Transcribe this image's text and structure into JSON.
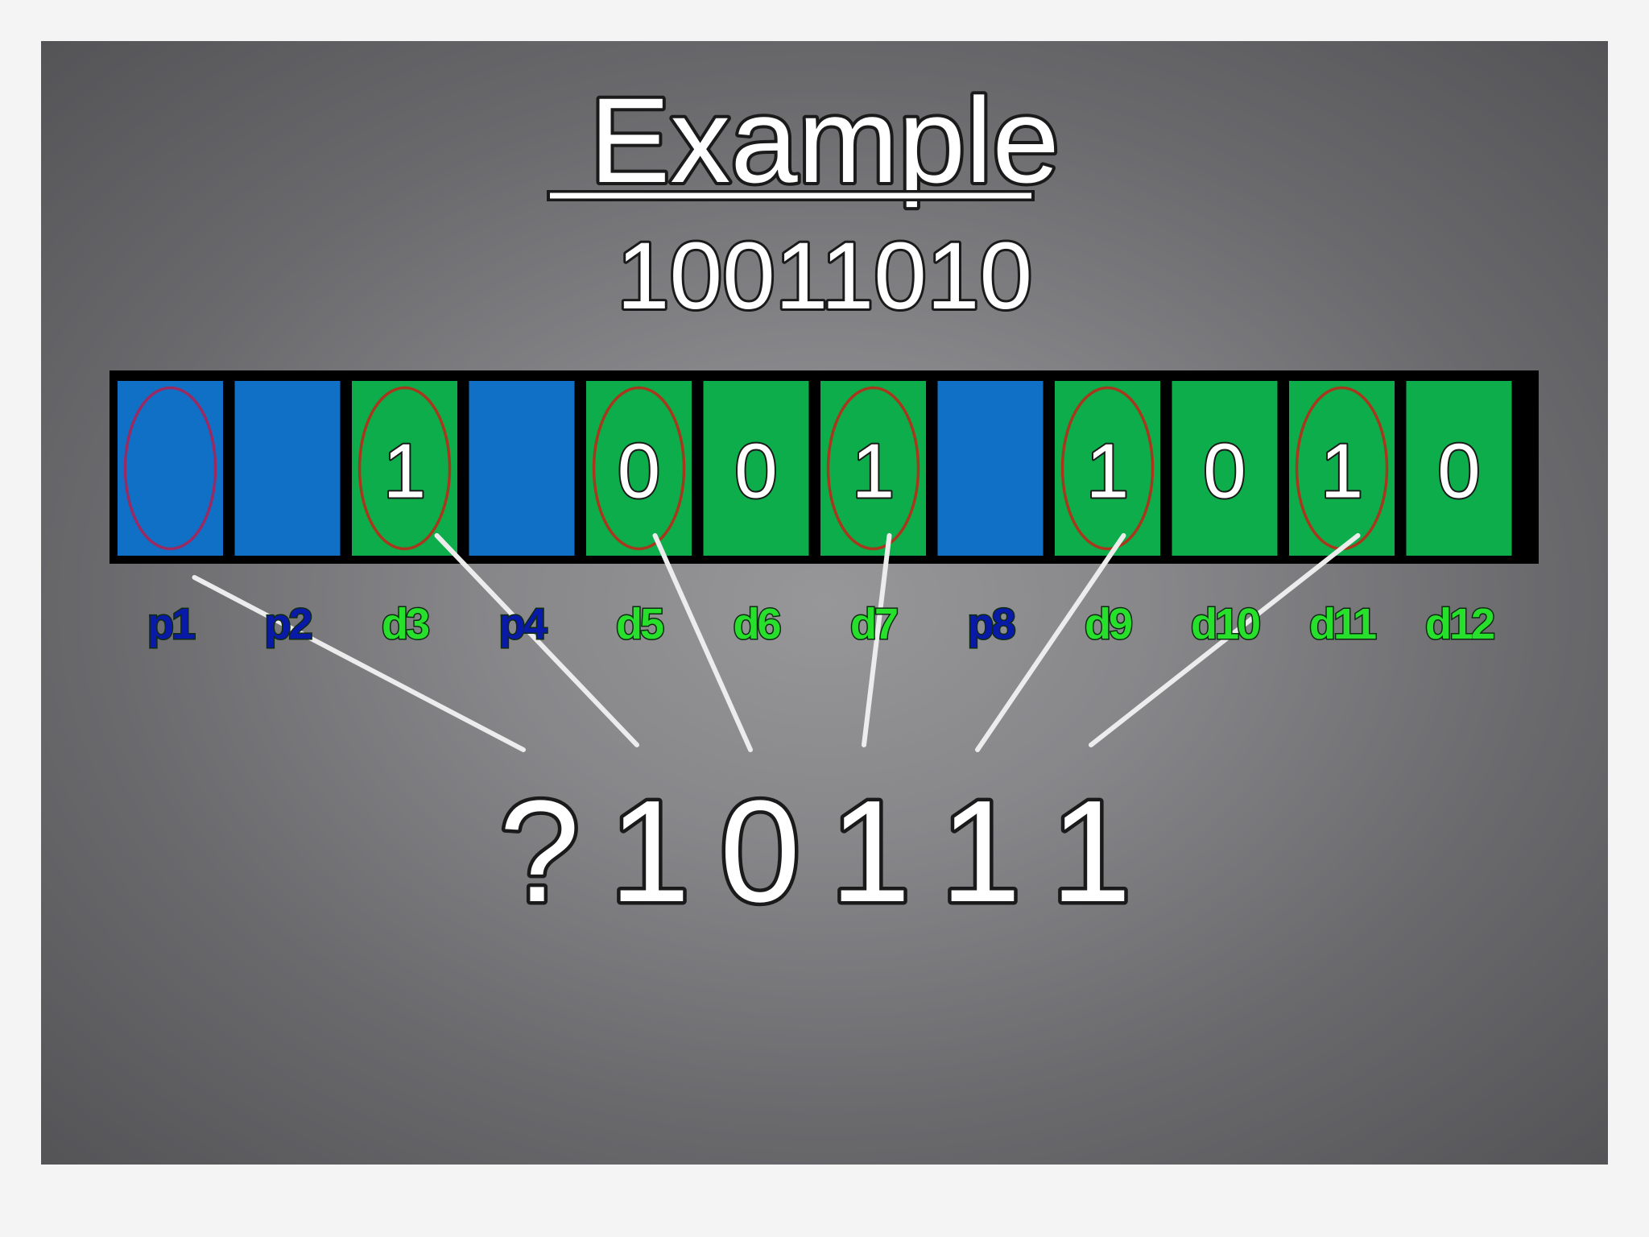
{
  "title": "Example",
  "data_word": "10011010",
  "colors": {
    "parity_cell": "#1070c6",
    "data_cell": "#0cad4a",
    "parity_label": "#0a1aa8",
    "data_label": "#27e02c",
    "ring": "#a8381d",
    "ring_parity": "#9a2a62",
    "connector": "#ececec",
    "background": "#87878a"
  },
  "cells": [
    {
      "label": "p1",
      "kind": "parity",
      "value": "",
      "circled": true
    },
    {
      "label": "p2",
      "kind": "parity",
      "value": "",
      "circled": false
    },
    {
      "label": "d3",
      "kind": "data",
      "value": "1",
      "circled": true
    },
    {
      "label": "p4",
      "kind": "parity",
      "value": "",
      "circled": false
    },
    {
      "label": "d5",
      "kind": "data",
      "value": "0",
      "circled": true
    },
    {
      "label": "d6",
      "kind": "data",
      "value": "0",
      "circled": false
    },
    {
      "label": "d7",
      "kind": "data",
      "value": "1",
      "circled": true
    },
    {
      "label": "p8",
      "kind": "parity",
      "value": "",
      "circled": false
    },
    {
      "label": "d9",
      "kind": "data",
      "value": "1",
      "circled": true
    },
    {
      "label": "d10",
      "kind": "data",
      "value": "0",
      "circled": false
    },
    {
      "label": "d11",
      "kind": "data",
      "value": "1",
      "circled": true
    },
    {
      "label": "d12",
      "kind": "data",
      "value": "0",
      "circled": false
    }
  ],
  "result_digits": [
    "?",
    "1",
    "0",
    "1",
    "1",
    "1"
  ]
}
